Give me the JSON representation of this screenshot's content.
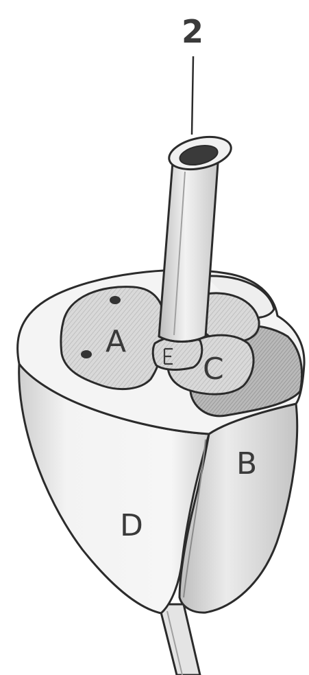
{
  "figure": {
    "pointer_label": "2",
    "regions": {
      "a": "A",
      "b": "B",
      "c": "C",
      "d": "D"
    }
  }
}
